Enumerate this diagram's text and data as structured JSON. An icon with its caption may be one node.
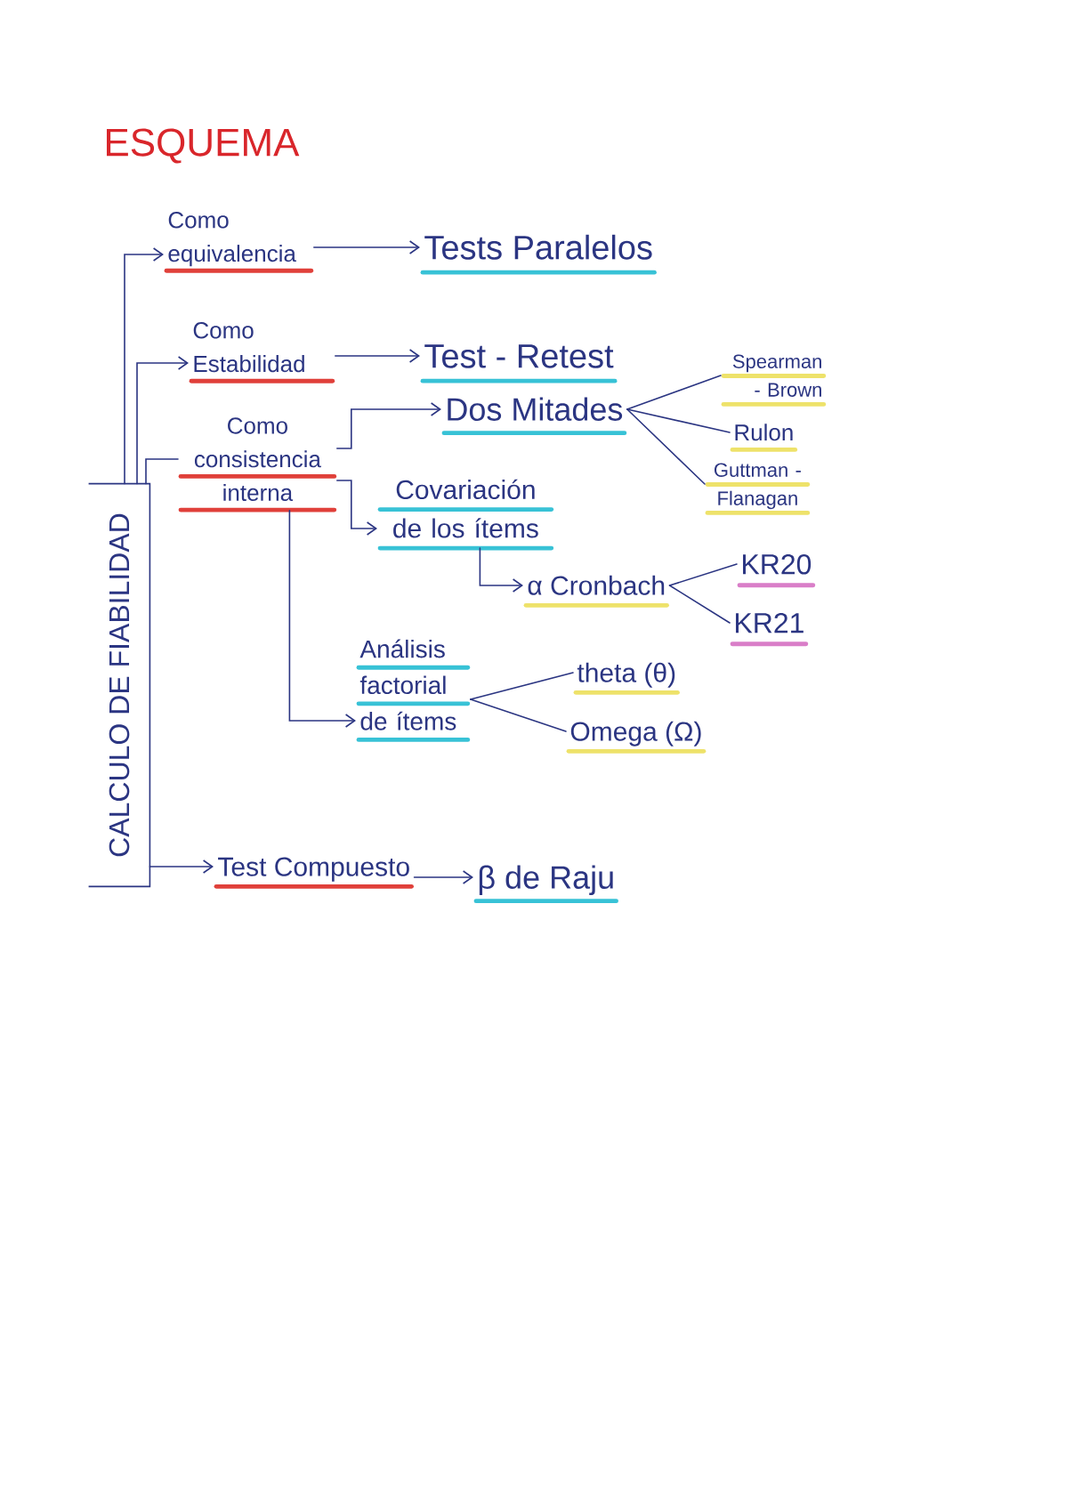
{
  "diagram": {
    "title": "ESQUEMA",
    "nodes": [
      {
        "text": [
          "CALCULO DE FIABILIDAD"
        ]
      },
      {
        "text": [
          "Como equivalencia"
        ]
      },
      {
        "text": [
          "Tests Paralelos"
        ]
      },
      {
        "text": [
          "Como Estabilidad"
        ]
      },
      {
        "text": [
          "Test - Retest"
        ]
      },
      {
        "text": [
          "Como consistencia interna"
        ]
      },
      {
        "text": [
          "Dos Mitades"
        ]
      },
      {
        "text": [
          "Spearman - Brown"
        ]
      },
      {
        "text": [
          "Rulon"
        ]
      },
      {
        "text": [
          "Guttman - Flanagan"
        ]
      },
      {
        "text": [
          "Covariación de los ítems"
        ]
      },
      {
        "text": [
          "α Cronbach"
        ]
      },
      {
        "text": [
          "KR20"
        ]
      },
      {
        "text": [
          "KR21"
        ]
      },
      {
        "text": [
          "Análisis factorial de ítems"
        ]
      },
      {
        "text": [
          "theta (θ)"
        ]
      },
      {
        "text": [
          "Omega (Ω)"
        ]
      },
      {
        "text": [
          "Test Compuesto"
        ]
      },
      {
        "text": [
          "β de Raju"
        ]
      }
    ],
    "edges": [
      {
        "from": 0,
        "to": 1,
        "arrow": "to"
      },
      {
        "from": 1,
        "to": 2,
        "arrow": "to"
      },
      {
        "from": 0,
        "to": 3,
        "arrow": "to"
      },
      {
        "from": 3,
        "to": 4,
        "arrow": "to"
      },
      {
        "from": 0,
        "to": 5,
        "arrow": "none"
      },
      {
        "from": 5,
        "to": 6,
        "arrow": "to"
      },
      {
        "from": 6,
        "to": 7,
        "arrow": "none"
      },
      {
        "from": 6,
        "to": 8,
        "arrow": "none"
      },
      {
        "from": 6,
        "to": 9,
        "arrow": "none"
      },
      {
        "from": 5,
        "to": 10,
        "arrow": "to"
      },
      {
        "from": 10,
        "to": 11,
        "arrow": "to"
      },
      {
        "from": 11,
        "to": 12,
        "arrow": "none"
      },
      {
        "from": 11,
        "to": 13,
        "arrow": "none"
      },
      {
        "from": 5,
        "to": 14,
        "arrow": "to"
      },
      {
        "from": 14,
        "to": 15,
        "arrow": "none"
      },
      {
        "from": 14,
        "to": 16,
        "arrow": "none"
      },
      {
        "from": 0,
        "to": 17,
        "arrow": "to"
      },
      {
        "from": 17,
        "to": 18,
        "arrow": "to"
      }
    ]
  }
}
